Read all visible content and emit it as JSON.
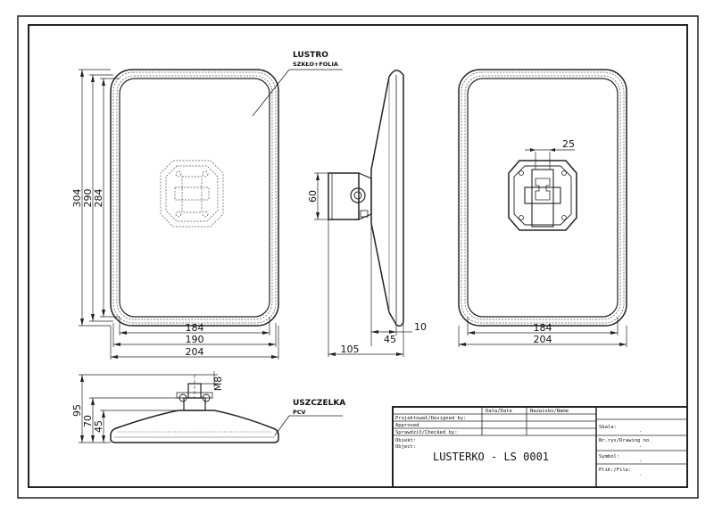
{
  "labels": {
    "mirror": "LUSTRO",
    "mirror_material": "SZKŁO+FOLIA",
    "gasket": "USZCZELKA",
    "gasket_material": "PCV"
  },
  "dimensions": {
    "front_h_outer": "304",
    "front_h_mid": "290",
    "front_h_inner": "284",
    "front_w_inner": "184",
    "front_w_mid": "190",
    "front_w_outer": "204",
    "side_h": "60",
    "side_depth": "105",
    "side_base": "45",
    "side_thick": "10",
    "back_w_inner": "184",
    "back_w_outer": "204",
    "back_bracket": "25",
    "bottom_thread": "M8",
    "bottom_h_total": "95",
    "bottom_h_mid": "70",
    "bottom_h_base": "45"
  },
  "title_block": {
    "col_date": "Data/Date",
    "col_name": "Nazwisko/Name",
    "row_designed": "Projektował/Designed by:",
    "row_approved": "Approved",
    "row_checked": "Sprawdził/Checked by:",
    "object_label_pl": "Obiekt:",
    "object_label_en": "Object:",
    "title": "LUSTERKO - LS 0001",
    "scale_label": "Skala:",
    "scale_value": "-",
    "drawing_no_label": "Nr.rys/Drawing no.",
    "drawing_no_value": "-",
    "symbol_label": "Symbol:",
    "symbol_value": "-",
    "file_label": "Plik:/File:",
    "file_value": "-"
  }
}
